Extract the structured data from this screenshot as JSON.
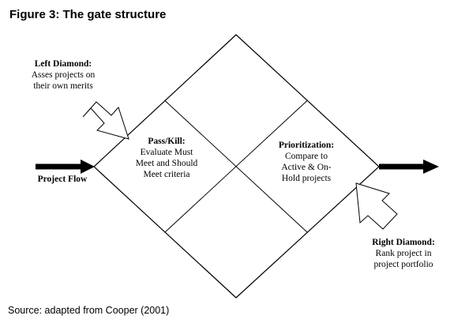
{
  "figure": {
    "title": "Figure 3:  The gate structure",
    "source": "Source: adapted from Cooper (2001)"
  },
  "labels": {
    "left_diamond": {
      "heading": "Left Diamond:",
      "lines": [
        "Asses projects on",
        "their own merits"
      ]
    },
    "pass_kill": {
      "heading": "Pass/Kill:",
      "lines": [
        "Evaluate Must",
        "Meet and Should",
        "Meet criteria"
      ]
    },
    "prioritization": {
      "heading": "Prioritization:",
      "lines": [
        "Compare to",
        "Active & On-",
        "Hold projects"
      ]
    },
    "project_flow": "Project Flow",
    "right_diamond": {
      "heading": "Right Diamond:",
      "lines": [
        "Rank project in",
        "project portfolio"
      ]
    }
  },
  "colors": {
    "line": "#000000",
    "background": "#ffffff"
  }
}
